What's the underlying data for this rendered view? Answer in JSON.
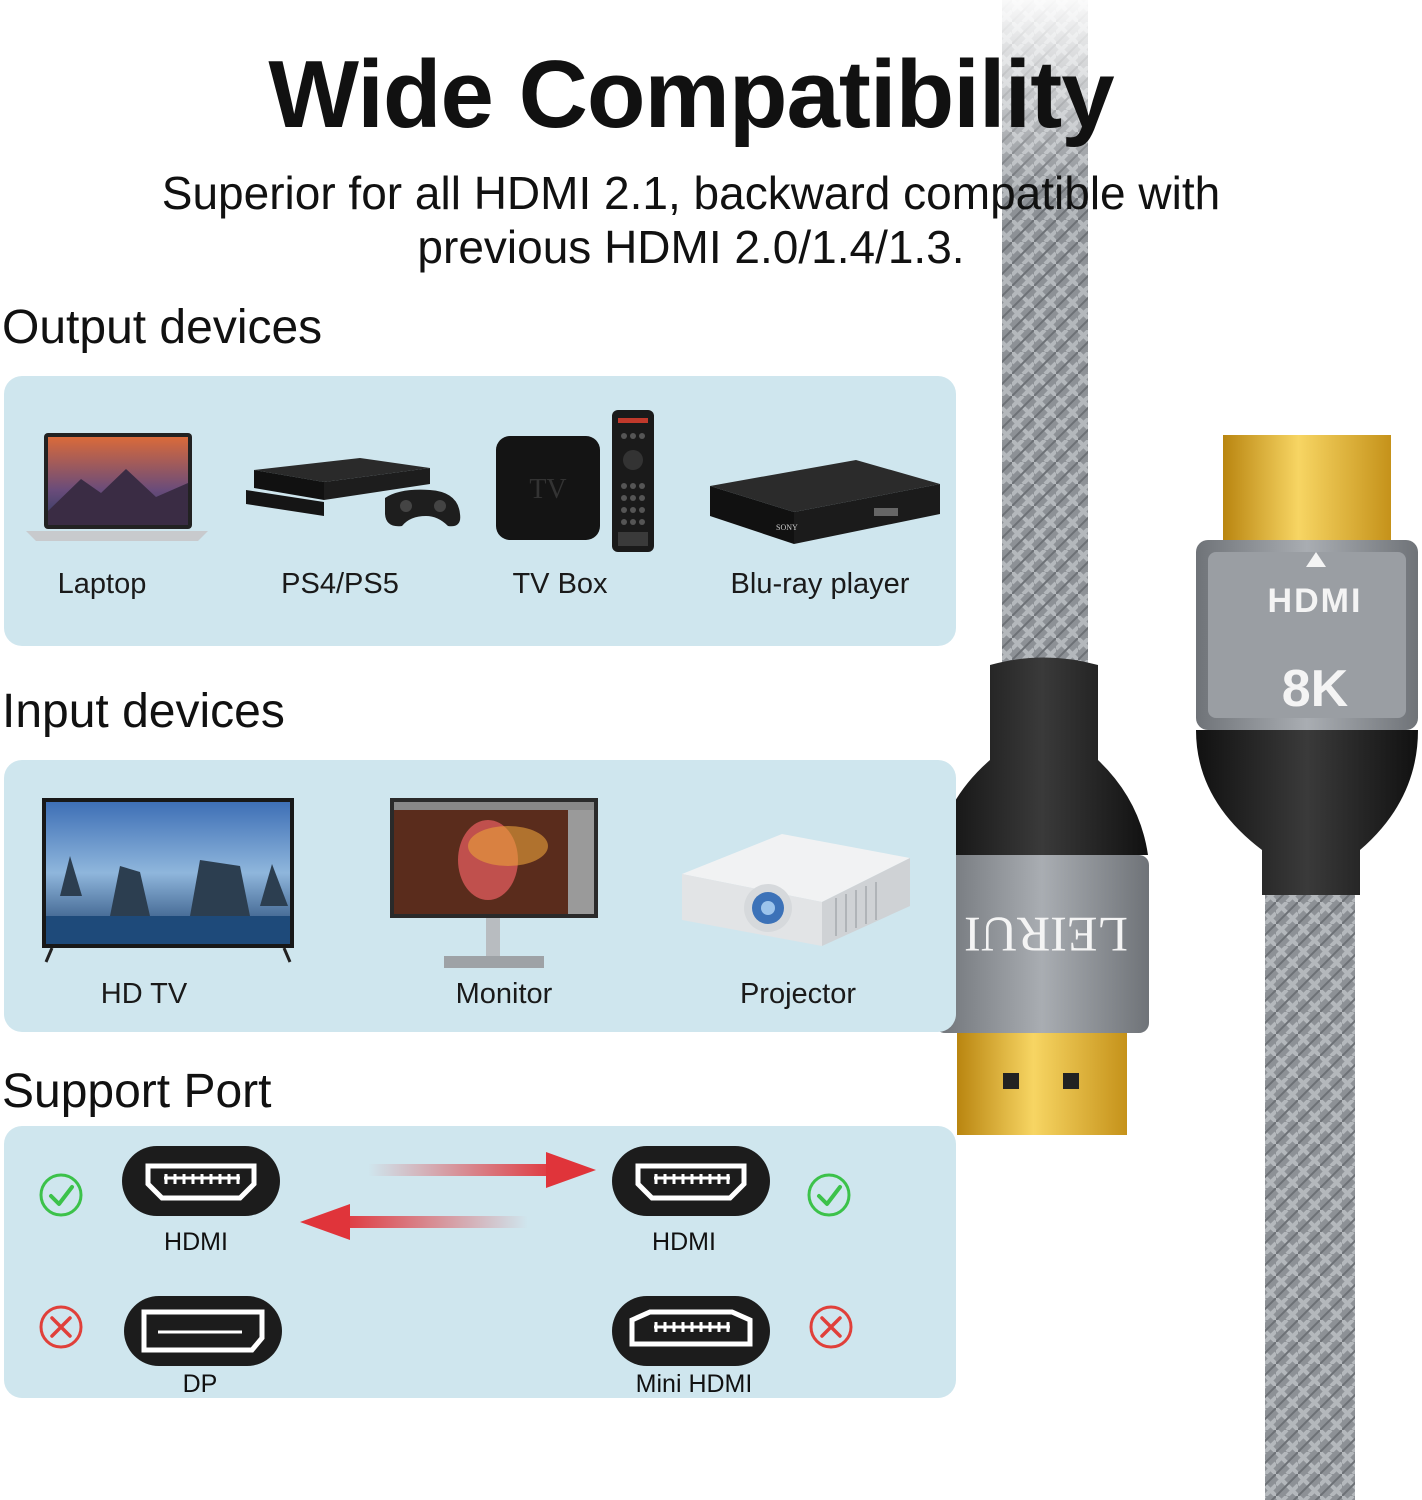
{
  "header": {
    "title": "Wide Compatibility",
    "subtitle_line1": "Superior for all HDMI 2.1, backward compatible with",
    "subtitle_line2": "previous HDMI 2.0/1.4/1.3."
  },
  "output_section": {
    "heading": "Output devices",
    "devices": [
      {
        "label": "Laptop",
        "icon": "laptop-icon"
      },
      {
        "label": "PS4/PS5",
        "icon": "game-console-icon"
      },
      {
        "label": "TV Box",
        "icon": "tv-box-icon"
      },
      {
        "label": "Blu-ray player",
        "icon": "blu-ray-player-icon"
      }
    ],
    "tv_box_text": "TV",
    "bluray_brand": "SONY"
  },
  "input_section": {
    "heading": "Input devices",
    "devices": [
      {
        "label": "HD TV",
        "icon": "tv-icon"
      },
      {
        "label": "Monitor",
        "icon": "monitor-icon"
      },
      {
        "label": "Projector",
        "icon": "projector-icon"
      }
    ]
  },
  "support_section": {
    "heading": "Support Port",
    "ports": [
      {
        "label": "HDMI",
        "supported": true
      },
      {
        "label": "HDMI",
        "supported": true
      },
      {
        "label": "DP",
        "supported": false
      },
      {
        "label": "Mini HDMI",
        "supported": false
      }
    ]
  },
  "cable": {
    "connector_logo": "HDMI",
    "resolution_badge": "8K",
    "brand": "LEIRUI"
  },
  "colors": {
    "panel": "#cfe6ee",
    "check_green": "#3cc24a",
    "cross_red": "#e0403a",
    "arrow_red": "#e0343a",
    "cable_gray": "#8a8f94",
    "gold": "#d9a520"
  }
}
